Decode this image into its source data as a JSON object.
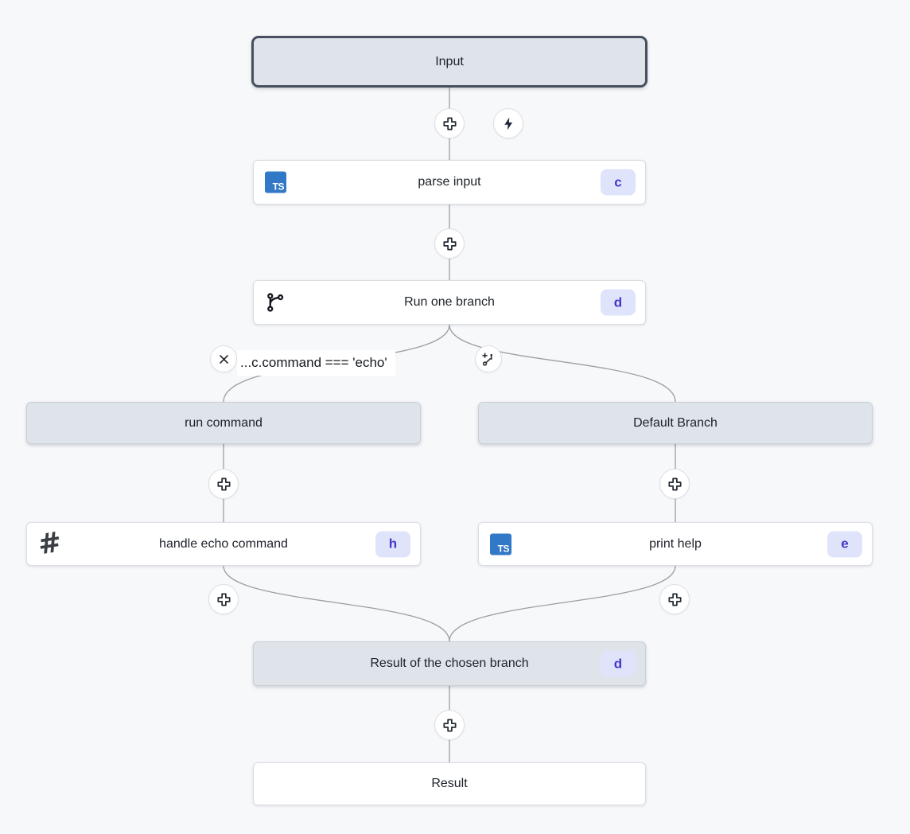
{
  "flow": {
    "input": {
      "label": "Input"
    },
    "parse_input": {
      "label": "parse input",
      "badge": "c",
      "icon": "typescript-icon"
    },
    "run_one_branch": {
      "label": "Run one branch",
      "badge": "d",
      "icon": "git-branch-icon"
    },
    "branch_condition": {
      "label": "...c.command === 'echo'"
    },
    "run_command": {
      "label": "run command"
    },
    "handle_echo_command": {
      "label": "handle echo command",
      "badge": "h",
      "icon": "hash-icon"
    },
    "default_branch": {
      "label": "Default Branch"
    },
    "print_help": {
      "label": "print help",
      "badge": "e",
      "icon": "typescript-icon"
    },
    "result_of_chosen_branch": {
      "label": "Result of the chosen branch",
      "badge": "d"
    },
    "result": {
      "label": "Result"
    }
  },
  "icons": {
    "typescript_label": "TS",
    "hash_glyph": "#"
  },
  "colors": {
    "background": "#f7f8fa",
    "node_gray_fill": "#dee4ea",
    "selected_border": "#46505e",
    "badge_bg": "#e0e4fb",
    "badge_text": "#4338ca",
    "typescript_blue": "#3178c6",
    "connector": "#9aa0a6"
  }
}
